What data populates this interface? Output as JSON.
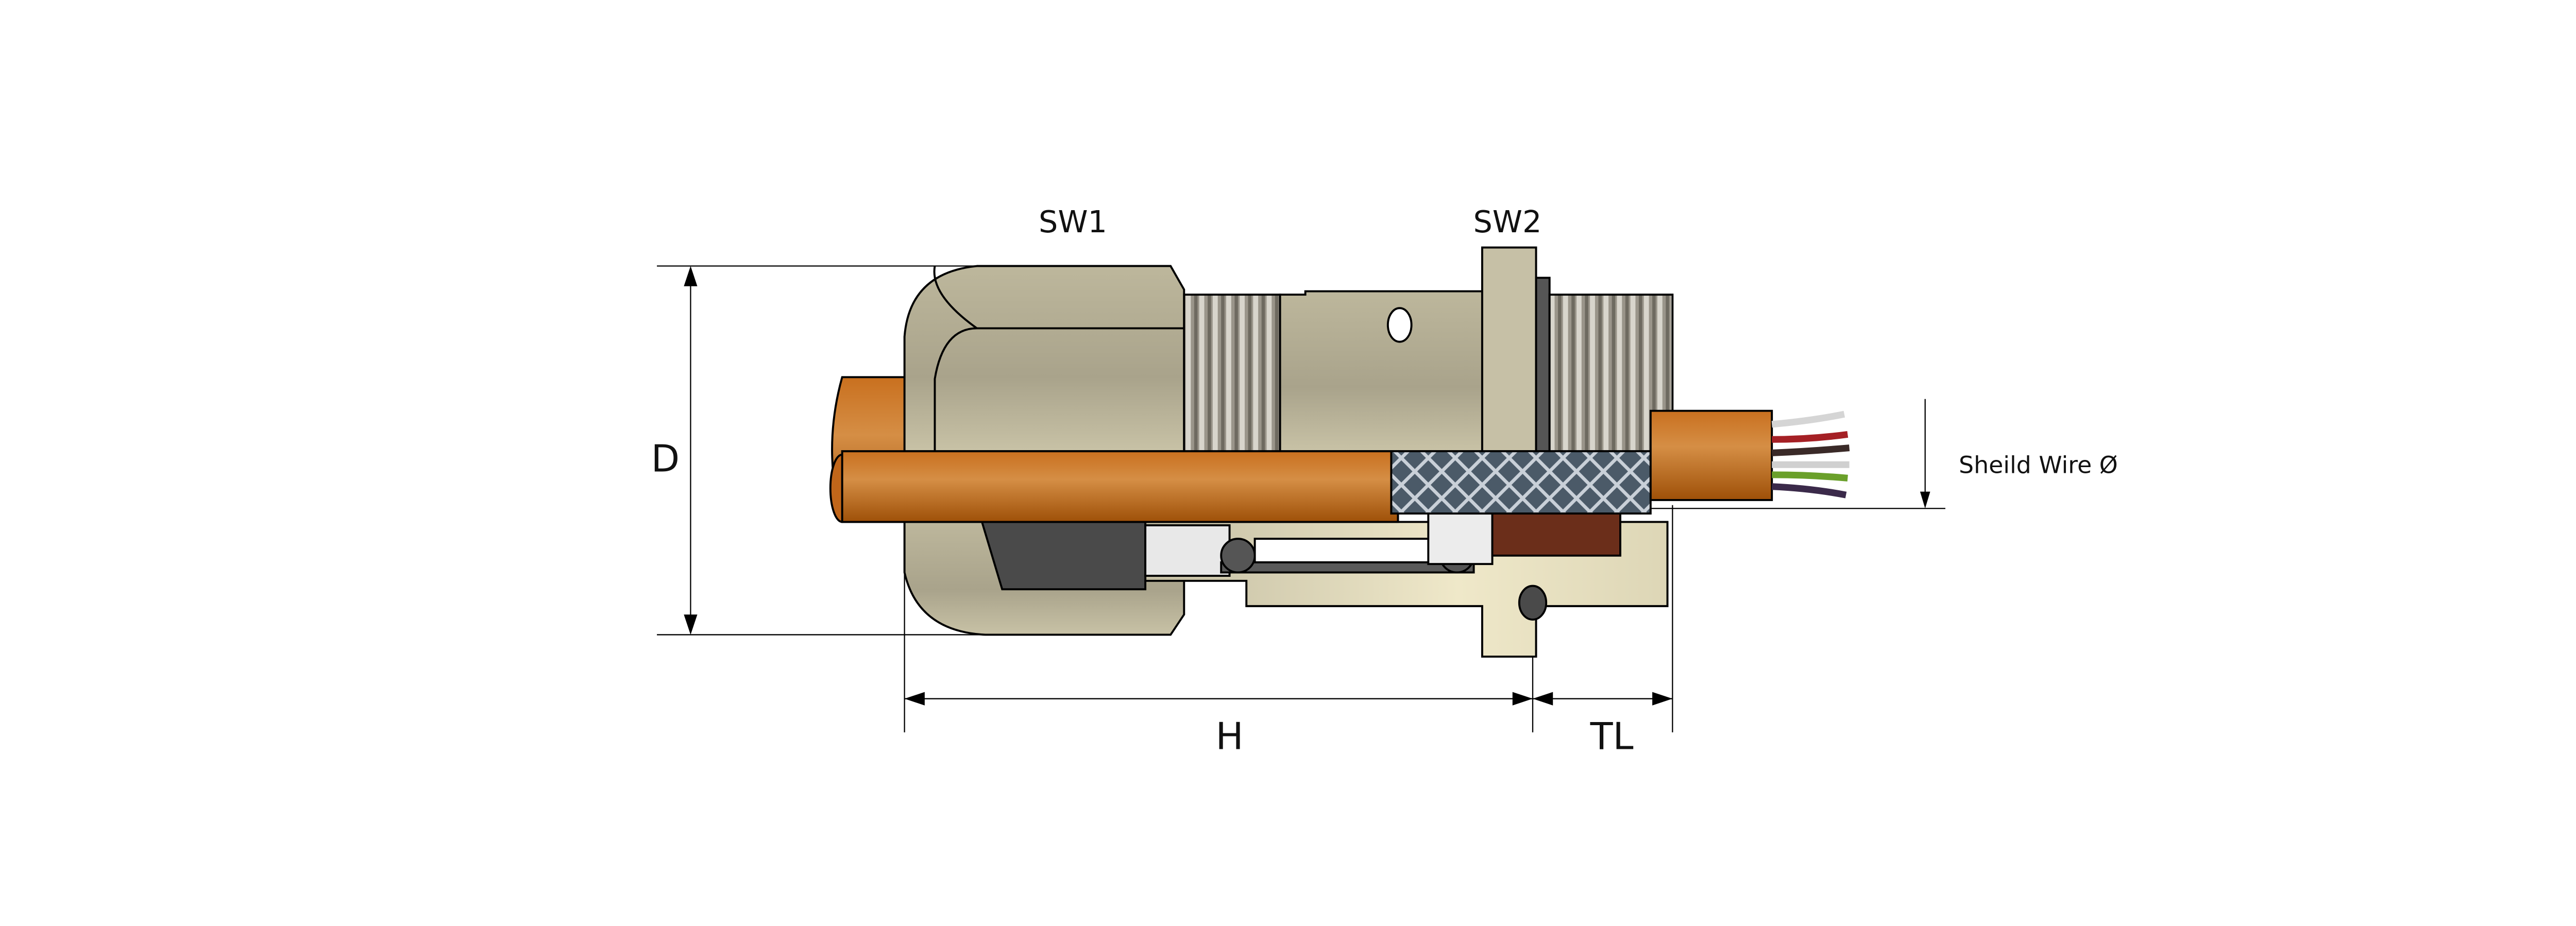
{
  "labels": {
    "sw1": "SW1",
    "sw2": "SW2",
    "d": "D",
    "h": "H",
    "tl": "TL",
    "shield_wire": "Sheild Wire Ø"
  },
  "colors": {
    "body": "#bdb79c",
    "body_light": "#ece5c6",
    "cable": "#c9701f",
    "cable_dark": "#a0520a",
    "braid": "#4b5a68",
    "seal": "#4a4a4a",
    "cone": "#6b2e1a"
  }
}
